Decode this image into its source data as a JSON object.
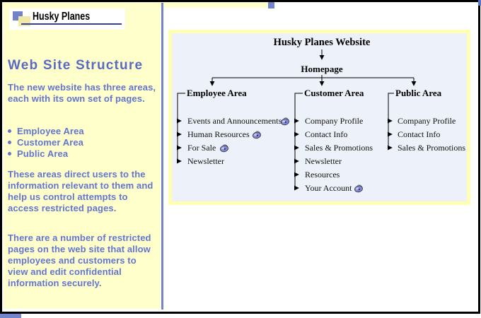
{
  "logo": {
    "text": "Husky Planes"
  },
  "sidebar": {
    "heading": "Web Site Structure",
    "intro": "The new website has three areas, each with its own set of pages.",
    "bullets": [
      "Employee Area",
      "Customer Area",
      "Public Area"
    ],
    "para_access": "These areas direct users to the information relevant to them and help us control attempts to access restricted pages.",
    "para_security": "There are a number of restricted pages on the web site that allow employees and customers to view and edit confidential information securely."
  },
  "diagram": {
    "title": "Husky Planes Website",
    "root": "Homepage",
    "areas": [
      {
        "name": "Employee Area",
        "items": [
          {
            "label": "Events and Announcements",
            "locked": true
          },
          {
            "label": "Human Resources",
            "locked": true
          },
          {
            "label": "For Sale",
            "locked": true
          },
          {
            "label": "Newsletter",
            "locked": false
          }
        ]
      },
      {
        "name": "Customer Area",
        "items": [
          {
            "label": "Company Profile",
            "locked": false
          },
          {
            "label": "Contact Info",
            "locked": false
          },
          {
            "label": "Sales & Promotions",
            "locked": false
          },
          {
            "label": "Newsletter",
            "locked": false
          },
          {
            "label": "Resources",
            "locked": false
          },
          {
            "label": "Your Account",
            "locked": true
          }
        ]
      },
      {
        "name": "Public Area",
        "items": [
          {
            "label": "Company Profile",
            "locked": false
          },
          {
            "label": "Contact Info",
            "locked": false
          },
          {
            "label": "Sales & Promotions",
            "locked": false
          }
        ]
      }
    ],
    "icons": {
      "padlock-icon": "restricted page padlock"
    }
  },
  "colors": {
    "sidebar_bg": "#FFFFCC",
    "sidebar_text": "#6375CD",
    "heading_text": "#5A6AC4",
    "divider": "#7384CB",
    "diagram_bg": "#EDF1F9",
    "diagram_border": "#FFFFB3",
    "logo_underline": "#33409E",
    "lock_body": "#8487D8",
    "frame_border": "#000000"
  }
}
